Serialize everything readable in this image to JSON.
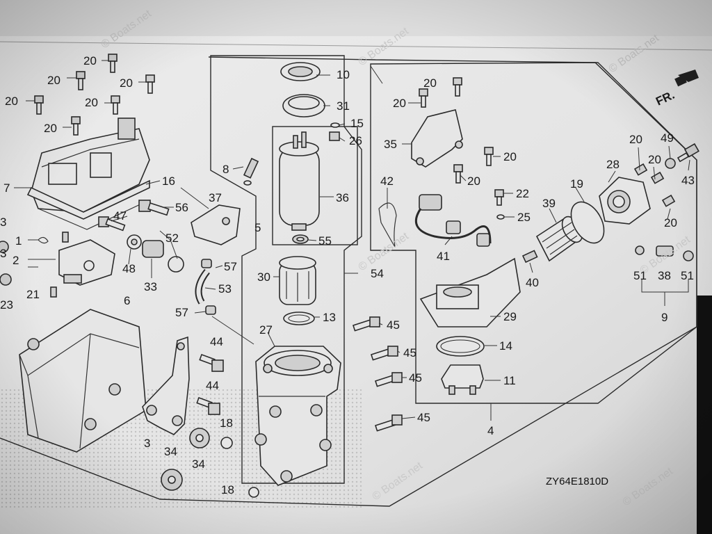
{
  "diagram": {
    "code": "ZY64E1810D",
    "direction_marker": "FR.",
    "watermark": "© Boats.net",
    "labels": [
      {
        "id": "l20a",
        "text": "20"
      },
      {
        "id": "l20b",
        "text": "20"
      },
      {
        "id": "l20c",
        "text": "20"
      },
      {
        "id": "l20d",
        "text": "20"
      },
      {
        "id": "l20e",
        "text": "20"
      },
      {
        "id": "l20f",
        "text": "20"
      },
      {
        "id": "l7",
        "text": "7"
      },
      {
        "id": "l16",
        "text": "16"
      },
      {
        "id": "l37",
        "text": "37"
      },
      {
        "id": "l56",
        "text": "56"
      },
      {
        "id": "l47",
        "text": "47"
      },
      {
        "id": "l52",
        "text": "52"
      },
      {
        "id": "l1",
        "text": "1"
      },
      {
        "id": "l2",
        "text": "2"
      },
      {
        "id": "l3a",
        "text": "3"
      },
      {
        "id": "l48",
        "text": "48"
      },
      {
        "id": "l33",
        "text": "33"
      },
      {
        "id": "l21",
        "text": "21"
      },
      {
        "id": "l23",
        "text": "23"
      },
      {
        "id": "l6",
        "text": "6"
      },
      {
        "id": "l57a",
        "text": "57"
      },
      {
        "id": "l53",
        "text": "53"
      },
      {
        "id": "l57b",
        "text": "57"
      },
      {
        "id": "l44a",
        "text": "44"
      },
      {
        "id": "l44b",
        "text": "44"
      },
      {
        "id": "l18a",
        "text": "18"
      },
      {
        "id": "l3b",
        "text": "3"
      },
      {
        "id": "l34a",
        "text": "34"
      },
      {
        "id": "l34b",
        "text": "34"
      },
      {
        "id": "l18b",
        "text": "18"
      },
      {
        "id": "l10",
        "text": "10"
      },
      {
        "id": "l31",
        "text": "31"
      },
      {
        "id": "l15",
        "text": "15"
      },
      {
        "id": "l26",
        "text": "26"
      },
      {
        "id": "l8",
        "text": "8"
      },
      {
        "id": "l36",
        "text": "36"
      },
      {
        "id": "l5",
        "text": "5"
      },
      {
        "id": "l55",
        "text": "55"
      },
      {
        "id": "l30",
        "text": "30"
      },
      {
        "id": "l54",
        "text": "54"
      },
      {
        "id": "l13",
        "text": "13"
      },
      {
        "id": "l27",
        "text": "27"
      },
      {
        "id": "l45a",
        "text": "45"
      },
      {
        "id": "l45b",
        "text": "45"
      },
      {
        "id": "l45c",
        "text": "45"
      },
      {
        "id": "l45d",
        "text": "45"
      },
      {
        "id": "l20g",
        "text": "20"
      },
      {
        "id": "l20h",
        "text": "20"
      },
      {
        "id": "l35",
        "text": "35"
      },
      {
        "id": "l42",
        "text": "42"
      },
      {
        "id": "l20i",
        "text": "20"
      },
      {
        "id": "l20j",
        "text": "20"
      },
      {
        "id": "l22",
        "text": "22"
      },
      {
        "id": "l25",
        "text": "25"
      },
      {
        "id": "l41",
        "text": "41"
      },
      {
        "id": "l40",
        "text": "40"
      },
      {
        "id": "l39",
        "text": "39"
      },
      {
        "id": "l19",
        "text": "19"
      },
      {
        "id": "l29",
        "text": "29"
      },
      {
        "id": "l14",
        "text": "14"
      },
      {
        "id": "l11",
        "text": "11"
      },
      {
        "id": "l4",
        "text": "4"
      },
      {
        "id": "l20k",
        "text": "20"
      },
      {
        "id": "l49",
        "text": "49"
      },
      {
        "id": "l20l",
        "text": "20"
      },
      {
        "id": "l28",
        "text": "28"
      },
      {
        "id": "l43",
        "text": "43"
      },
      {
        "id": "l20m",
        "text": "20"
      },
      {
        "id": "l51a",
        "text": "51"
      },
      {
        "id": "l38",
        "text": "38"
      },
      {
        "id": "l51b",
        "text": "51"
      },
      {
        "id": "l9",
        "text": "9"
      },
      {
        "id": "l3c",
        "text": "3"
      }
    ]
  }
}
